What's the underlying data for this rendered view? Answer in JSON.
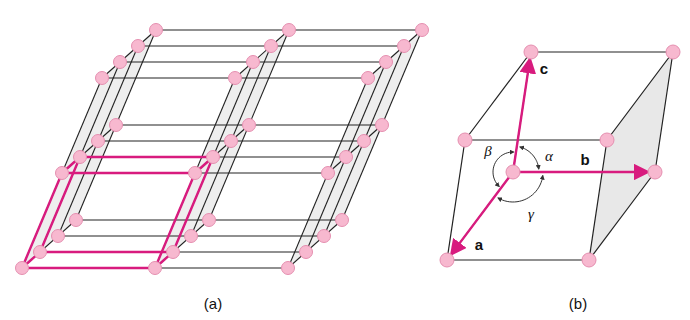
{
  "diagram": {
    "labels": [
      "(a)",
      "(b)",
      "a",
      "b",
      "c",
      "α",
      "β",
      "γ"
    ]
  }
}
